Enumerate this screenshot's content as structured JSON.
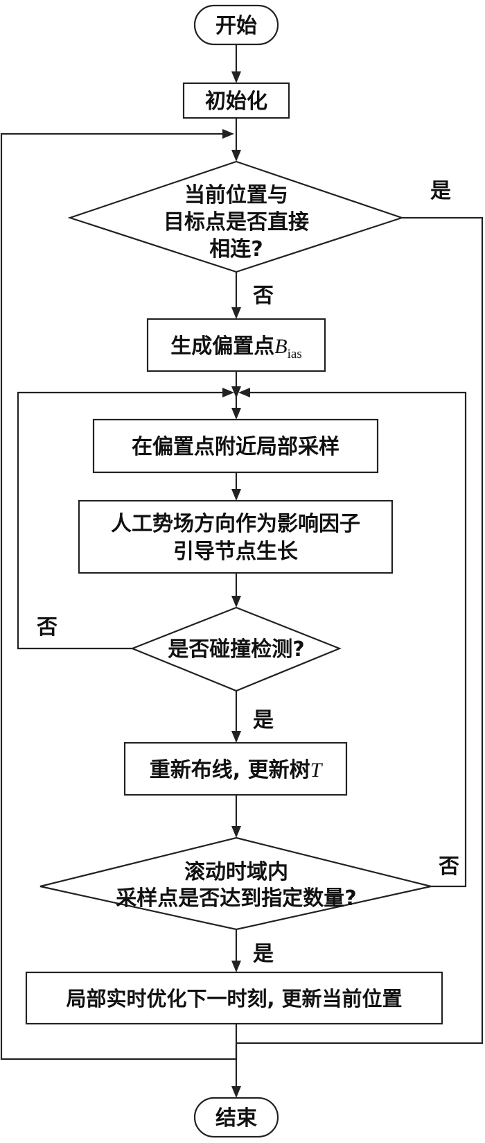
{
  "nodes": {
    "start": "开始",
    "init": "初始化",
    "check_connect": [
      "当前位置与",
      "目标点是否直接",
      "相连?"
    ],
    "gen_bias_prefix": "生成偏置点",
    "gen_bias_var": "B",
    "gen_bias_sub": "ias",
    "sample": "在偏置点附近局部采样",
    "apf": [
      "人工势场方向作为影响因子",
      "引导节点生长"
    ],
    "collision": "是否碰撞检测?",
    "rewire_prefix": "重新布线, 更新树",
    "rewire_var": "T",
    "rolling": [
      "滚动时域内",
      "采样点是否达到指定数量?"
    ],
    "optimize": "局部实时优化下一时刻, 更新当前位置",
    "end": "结束"
  },
  "labels": {
    "connect_yes": "是",
    "connect_no": "否",
    "collision_no": "否",
    "collision_yes": "是",
    "rolling_no": "否",
    "rolling_yes": "是"
  }
}
